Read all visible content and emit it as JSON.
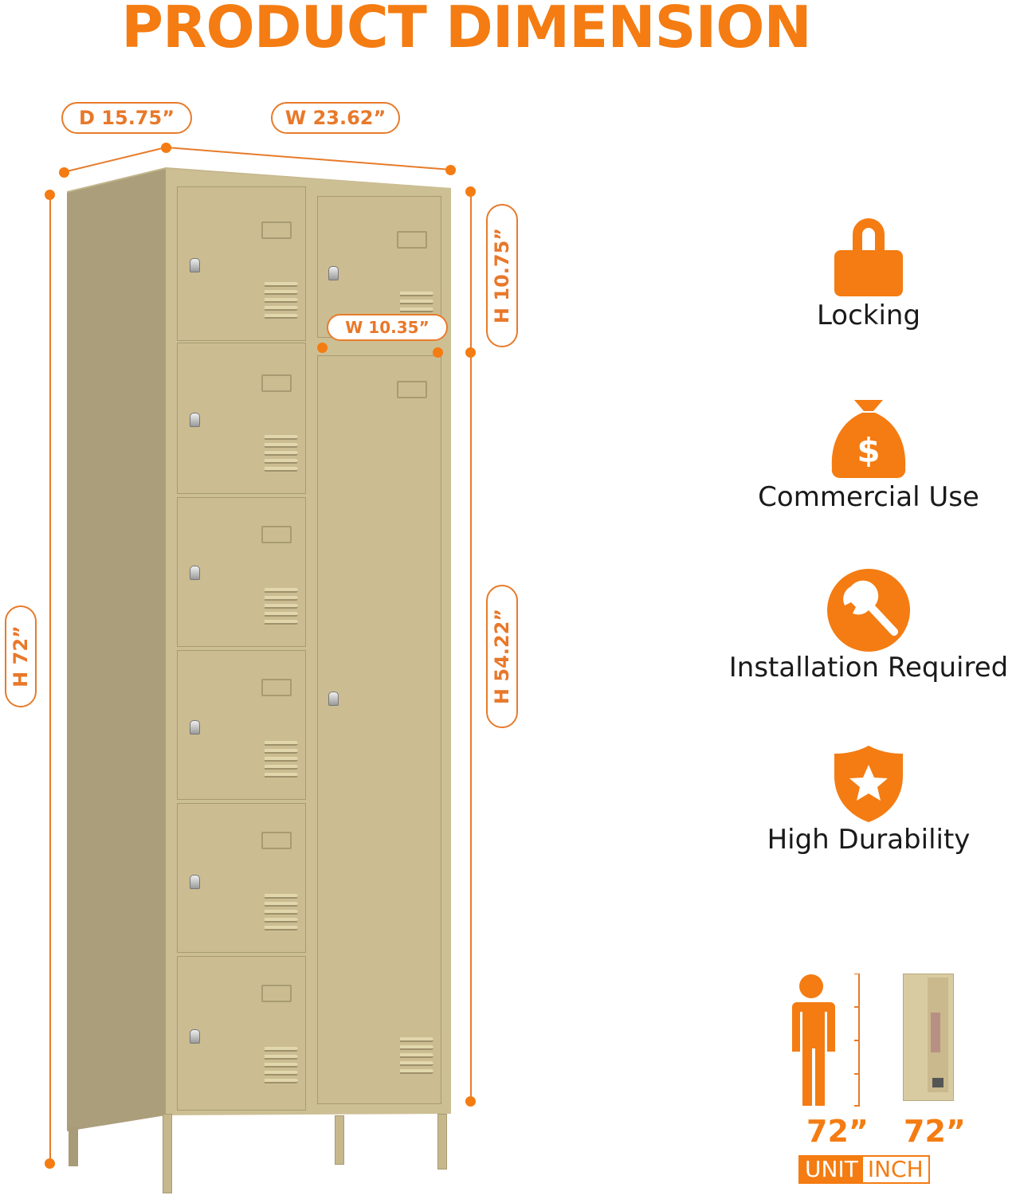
{
  "title": "PRODUCT DIMENSION",
  "dimensions": {
    "depth": "D 15.75”",
    "width": "W 23.62”",
    "small_door_width": "W 10.35”",
    "small_compartment_height": "H 10.75”",
    "total_height": "H 72”",
    "tall_door_height": "H 54.22”"
  },
  "features": [
    {
      "icon": "lock-icon",
      "label": "Locking"
    },
    {
      "icon": "money-bag-icon",
      "label": "Commercial Use"
    },
    {
      "icon": "wrench-icon",
      "label": "Installation Required"
    },
    {
      "icon": "shield-star-icon",
      "label": "High Durability"
    }
  ],
  "comparison": {
    "person_height": "72”",
    "cabinet_height": "72”",
    "unit_label": "UNIT",
    "unit_value": "INCH"
  },
  "colors": {
    "accent": "#f47c12",
    "cabinet": "#cdbf94"
  }
}
